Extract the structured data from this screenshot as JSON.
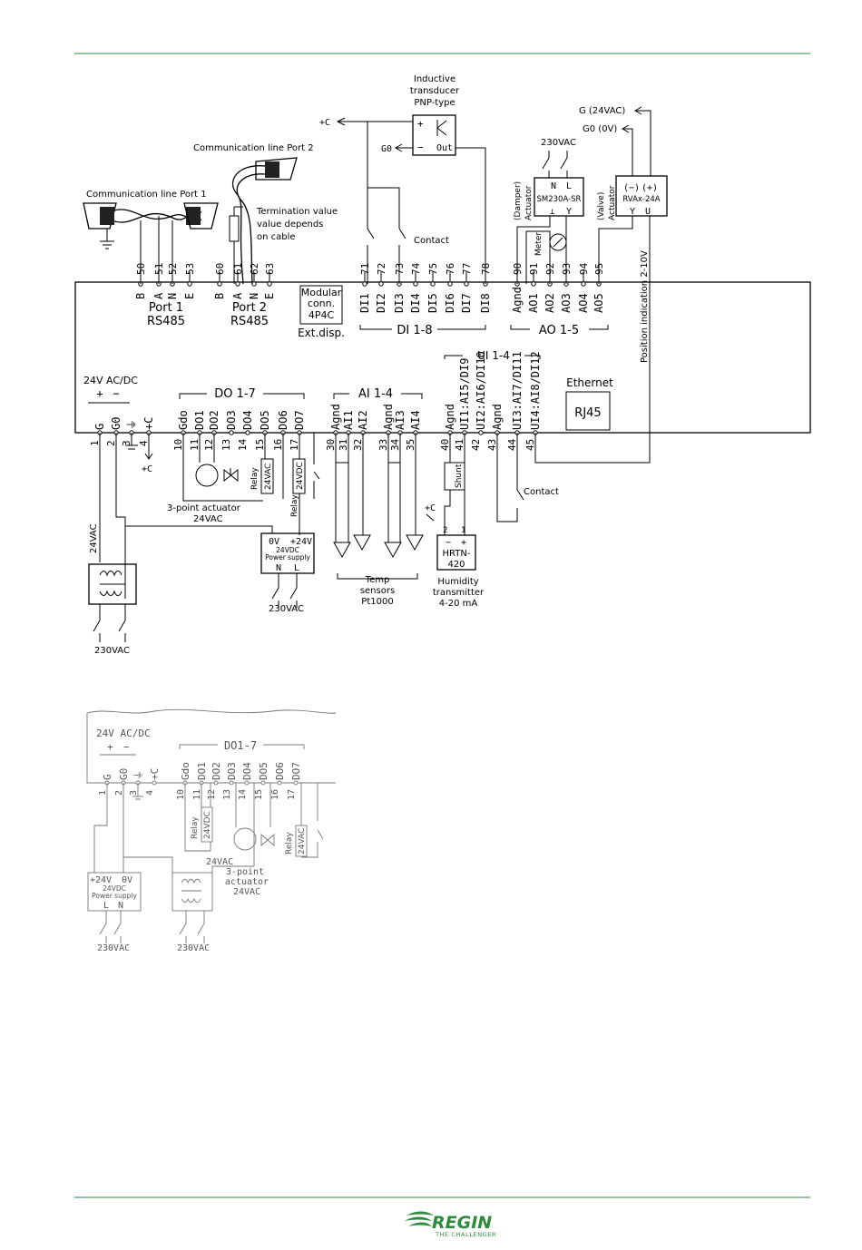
{
  "brand": {
    "name": "REGIN",
    "tagline": "THE CHALLENGER",
    "color": "#2e8b3c"
  },
  "main": {
    "top_terminals": [
      {
        "n": "50",
        "l": "B"
      },
      {
        "n": "51",
        "l": "A"
      },
      {
        "n": "52",
        "l": "N"
      },
      {
        "n": "53",
        "l": "E"
      },
      {
        "n": "60",
        "l": "B"
      },
      {
        "n": "61",
        "l": "A"
      },
      {
        "n": "62",
        "l": "N"
      },
      {
        "n": "63",
        "l": "E"
      },
      {
        "n": "71",
        "l": "DI1"
      },
      {
        "n": "72",
        "l": "DI2"
      },
      {
        "n": "73",
        "l": "DI3"
      },
      {
        "n": "74",
        "l": "DI4"
      },
      {
        "n": "75",
        "l": "DI5"
      },
      {
        "n": "76",
        "l": "DI6"
      },
      {
        "n": "77",
        "l": "DI7"
      },
      {
        "n": "78",
        "l": "DI8"
      },
      {
        "n": "90",
        "l": "Agnd"
      },
      {
        "n": "91",
        "l": "AO1"
      },
      {
        "n": "92",
        "l": "AO2"
      },
      {
        "n": "93",
        "l": "AO3"
      },
      {
        "n": "94",
        "l": "AO4"
      },
      {
        "n": "95",
        "l": "AO5"
      }
    ],
    "bottom_terminals": [
      {
        "n": "1",
        "l": "G"
      },
      {
        "n": "2",
        "l": "G0"
      },
      {
        "n": "3",
        "l": "⏚"
      },
      {
        "n": "4",
        "l": "+C"
      },
      {
        "n": "10",
        "l": "Gdo"
      },
      {
        "n": "11",
        "l": "DO1"
      },
      {
        "n": "12",
        "l": "DO2"
      },
      {
        "n": "13",
        "l": "DO3"
      },
      {
        "n": "14",
        "l": "DO4"
      },
      {
        "n": "15",
        "l": "DO5"
      },
      {
        "n": "16",
        "l": "DO6"
      },
      {
        "n": "17",
        "l": "DO7"
      },
      {
        "n": "30",
        "l": "Agnd"
      },
      {
        "n": "31",
        "l": "AI1"
      },
      {
        "n": "32",
        "l": "AI2"
      },
      {
        "n": "33",
        "l": "Agnd"
      },
      {
        "n": "34",
        "l": "AI3"
      },
      {
        "n": "35",
        "l": "AI4"
      },
      {
        "n": "40",
        "l": "Agnd"
      },
      {
        "n": "41",
        "l": "UI1:AI5/DI9"
      },
      {
        "n": "42",
        "l": "UI2:AI6/DI10"
      },
      {
        "n": "43",
        "l": "Agnd"
      },
      {
        "n": "44",
        "l": "UI3:AI7/DI11"
      },
      {
        "n": "45",
        "l": "UI4:AI8/DI12"
      }
    ],
    "port1": [
      "Port 1",
      "RS485"
    ],
    "port2": [
      "Port 2",
      "RS485"
    ],
    "modular": [
      "Modular",
      "conn.",
      "4P4C"
    ],
    "ext_disp": "Ext.disp.",
    "di_group": "DI 1-8",
    "ao_group": "AO 1-5",
    "ui_group": "UI 1-4",
    "do_group": "DO 1-7",
    "ai_group": "AI 1-4",
    "supply": [
      "24V AC/DC",
      "+",
      "−"
    ],
    "ethernet": "Ethernet",
    "rj45": "RJ45"
  },
  "labels": {
    "inductive": [
      "Inductive",
      "transducer",
      "PNP-type"
    ],
    "plus_c": "+C",
    "g0": "G0",
    "comm_port2": "Communication line Port 2",
    "comm_port1": "Communication line Port 1",
    "termination": [
      "Termination value",
      "value depends",
      "on cable"
    ],
    "contact": "Contact",
    "g_24vac": "G (24VAC)",
    "g0_0v": "G0 (0V)",
    "v230": "230VAC",
    "damper_actuator": [
      "(Damper)",
      "Actuator"
    ],
    "sm230": "SM230A-SR",
    "n": "N",
    "l": "L",
    "y": "Y",
    "u": "U",
    "valve_actuator": [
      "(Valve)",
      "Actuator"
    ],
    "rvax": "RVAx-24A",
    "minus": "(−)",
    "plus": "(+)",
    "meter": "Meter",
    "position": "Position indication 2-10V",
    "relay": "Relay",
    "v24ac_box": "24VAC",
    "v24dc_box": "24VDC",
    "three_point": "3-point actuator",
    "three_point_split": [
      "3-point",
      "actuator"
    ],
    "v24ac": "24VAC",
    "ps_top": [
      "0V",
      "+24V"
    ],
    "ps_mid": [
      "24VDC",
      "Power supply"
    ],
    "ps_bottom": [
      "N",
      "L"
    ],
    "temp": [
      "Temp",
      "sensors",
      "Pt1000"
    ],
    "shunt": "Shunt",
    "humidity": [
      "Humidity",
      "transmitter",
      "4-20 mA"
    ],
    "hrtn": [
      "−",
      "+",
      "HRTN-",
      "420"
    ],
    "pin2": "2",
    "pin1": "1",
    "v24ac_vertical": "24VAC"
  },
  "bottom": {
    "supply": [
      "24V AC/DC",
      "+",
      "−"
    ],
    "do_group": "DO1-7",
    "terminals": [
      {
        "n": "1",
        "l": "G"
      },
      {
        "n": "2",
        "l": "G0"
      },
      {
        "n": "3",
        "l": "⏚"
      },
      {
        "n": "4",
        "l": "+C"
      },
      {
        "n": "10",
        "l": "Gdo"
      },
      {
        "n": "11",
        "l": "DO1"
      },
      {
        "n": "12",
        "l": "DO2"
      },
      {
        "n": "13",
        "l": "DO3"
      },
      {
        "n": "14",
        "l": "DO4"
      },
      {
        "n": "15",
        "l": "DO5"
      },
      {
        "n": "16",
        "l": "DO6"
      },
      {
        "n": "17",
        "l": "DO7"
      }
    ],
    "ps_top": [
      "+24V",
      "0V"
    ],
    "ps_mid": [
      "24VDC",
      "Power supply"
    ],
    "ps_bottom": [
      "L",
      "N"
    ],
    "v24dc_box": "24VDC",
    "v24ac_box": "24VAC",
    "relay": "Relay",
    "v24ac": "24VAC",
    "three_point": [
      "3-point",
      "actuator",
      "24VAC"
    ],
    "v230": "230VAC"
  }
}
